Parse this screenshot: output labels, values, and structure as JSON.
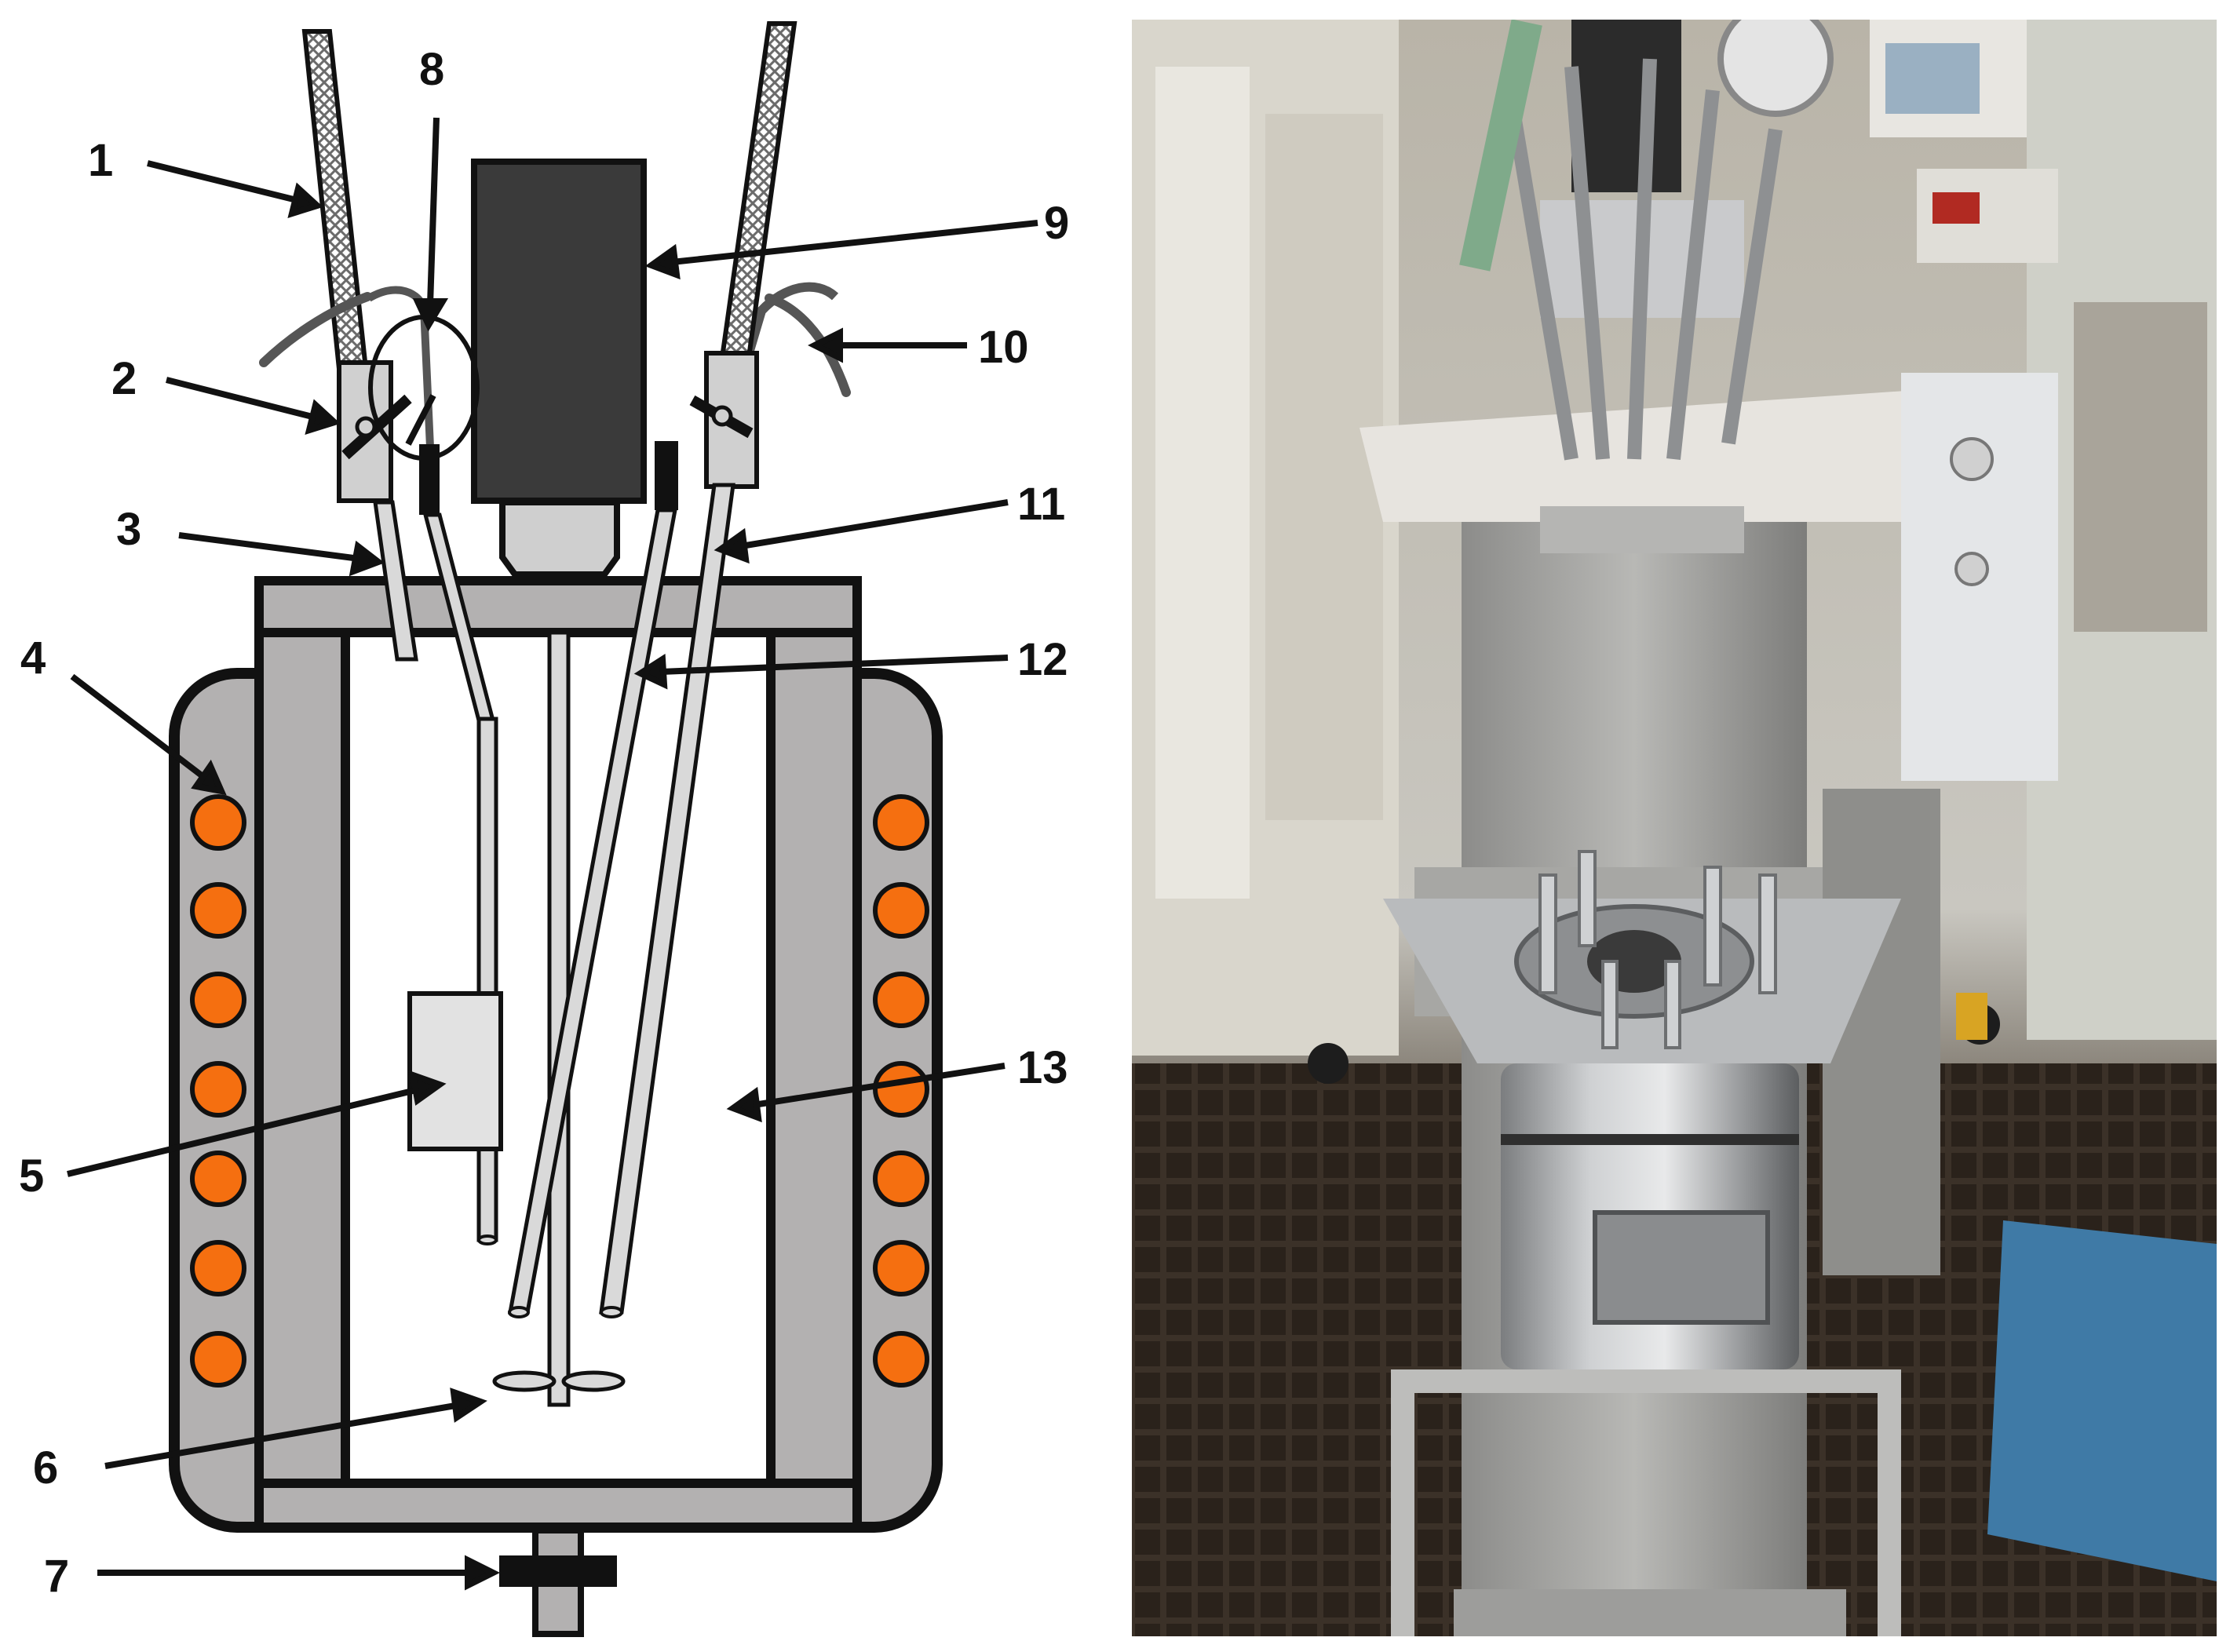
{
  "figure": {
    "callouts": [
      {
        "id": "1",
        "text": "1"
      },
      {
        "id": "2",
        "text": "2"
      },
      {
        "id": "3",
        "text": "3"
      },
      {
        "id": "4",
        "text": "4"
      },
      {
        "id": "5",
        "text": "5"
      },
      {
        "id": "6",
        "text": "6"
      },
      {
        "id": "7",
        "text": "7"
      },
      {
        "id": "8",
        "text": "8"
      },
      {
        "id": "9",
        "text": "9"
      },
      {
        "id": "10",
        "text": "10"
      },
      {
        "id": "11",
        "text": "11"
      },
      {
        "id": "12",
        "text": "12"
      },
      {
        "id": "13",
        "text": "13"
      }
    ],
    "colors": {
      "outline": "#111111",
      "jacket": "#b3b1b1",
      "heater": "#f56f10",
      "motor": "#3a3a3a",
      "tube": "#d9d9d9"
    },
    "photo": {
      "description_icon": "reactor-photo"
    }
  }
}
